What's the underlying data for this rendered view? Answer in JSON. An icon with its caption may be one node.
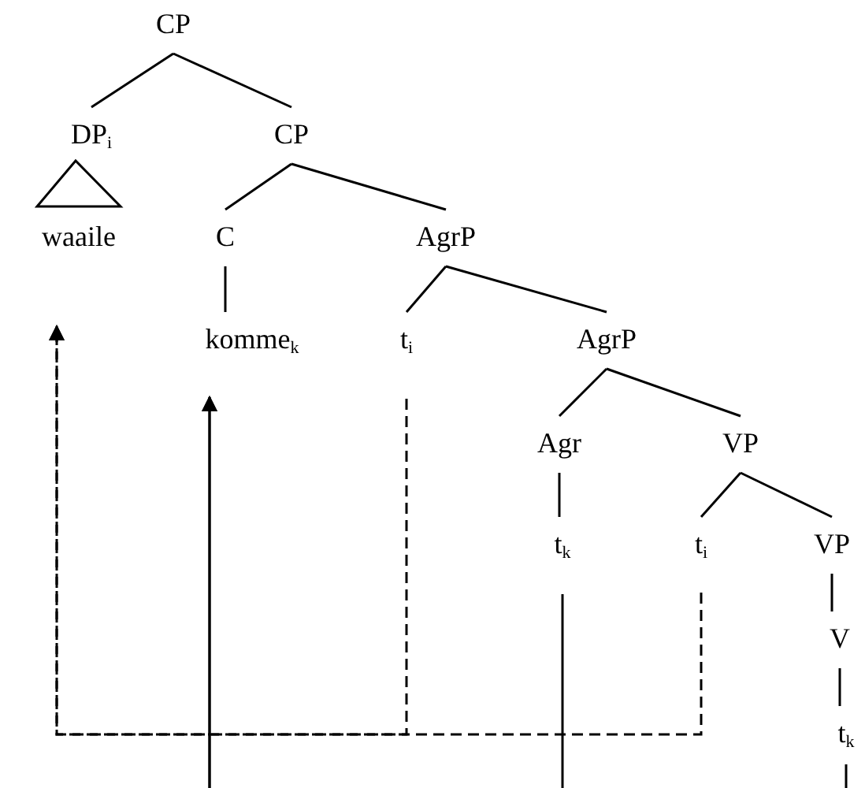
{
  "diagram": {
    "nodes": [
      {
        "text": [
          "CP"
        ]
      },
      {
        "text": [
          "DP$_{i}$"
        ]
      },
      {
        "text": [
          "waaile"
        ]
      },
      {
        "text": [
          "CP"
        ]
      },
      {
        "text": [
          "C"
        ]
      },
      {
        "text": [
          "komme$_{k}$"
        ]
      },
      {
        "text": [
          "AgrP"
        ]
      },
      {
        "text": [
          "t$_{i}$"
        ]
      },
      {
        "text": [
          "AgrP"
        ]
      },
      {
        "text": [
          "Agr"
        ]
      },
      {
        "text": [
          "VP"
        ]
      },
      {
        "text": [
          "t$_{k}$"
        ]
      },
      {
        "text": [
          "t$_{i}$"
        ]
      },
      {
        "text": [
          "VP"
        ]
      },
      {
        "text": [
          "V"
        ]
      },
      {
        "text": [
          "t$_{k}$"
        ]
      }
    ],
    "edges": [
      {
        "from": 0,
        "to": 1,
        "arrow": "none"
      },
      {
        "from": 0,
        "to": 3,
        "arrow": "none"
      },
      {
        "from": 1,
        "to": 2,
        "arrow": "none"
      },
      {
        "from": 3,
        "to": 4,
        "arrow": "none"
      },
      {
        "from": 3,
        "to": 6,
        "arrow": "none"
      },
      {
        "from": 4,
        "to": 5,
        "arrow": "none"
      },
      {
        "from": 6,
        "to": 7,
        "arrow": "none"
      },
      {
        "from": 6,
        "to": 8,
        "arrow": "none"
      },
      {
        "from": 8,
        "to": 9,
        "arrow": "none"
      },
      {
        "from": 8,
        "to": 10,
        "arrow": "none"
      },
      {
        "from": 9,
        "to": 11,
        "arrow": "none"
      },
      {
        "from": 10,
        "to": 12,
        "arrow": "none"
      },
      {
        "from": 10,
        "to": 13,
        "arrow": "none"
      },
      {
        "from": 13,
        "to": 14,
        "arrow": "none"
      },
      {
        "from": 14,
        "to": 15,
        "arrow": "none"
      },
      {
        "from": 7,
        "to": 2,
        "arrow": "to",
        "style": "dashed"
      },
      {
        "from": 12,
        "to": 2,
        "arrow": "to",
        "style": "dashed"
      },
      {
        "from": 11,
        "to": 5,
        "arrow": "to"
      },
      {
        "from": 15,
        "to": 5,
        "arrow": "to"
      }
    ]
  }
}
